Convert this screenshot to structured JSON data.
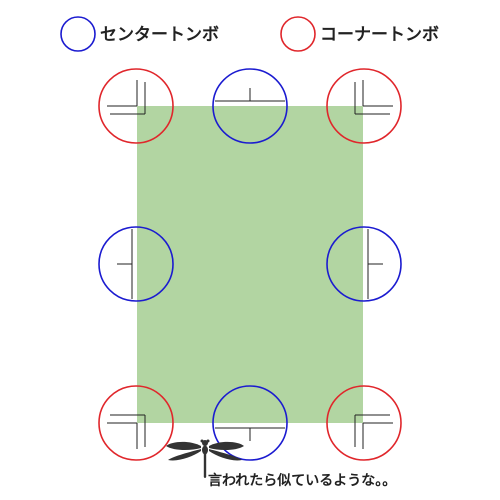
{
  "legend": {
    "center": {
      "label": "センタートンボ",
      "color": "#1b1bd0"
    },
    "corner": {
      "label": "コーナートンボ",
      "color": "#e0262b"
    }
  },
  "caption": "言われたら似ているような。。",
  "colors": {
    "paper": "#b2d5a2",
    "mark_line": "#222222",
    "dragonfly": "#333333"
  },
  "icons": {
    "dragonfly": "dragonfly-icon"
  }
}
